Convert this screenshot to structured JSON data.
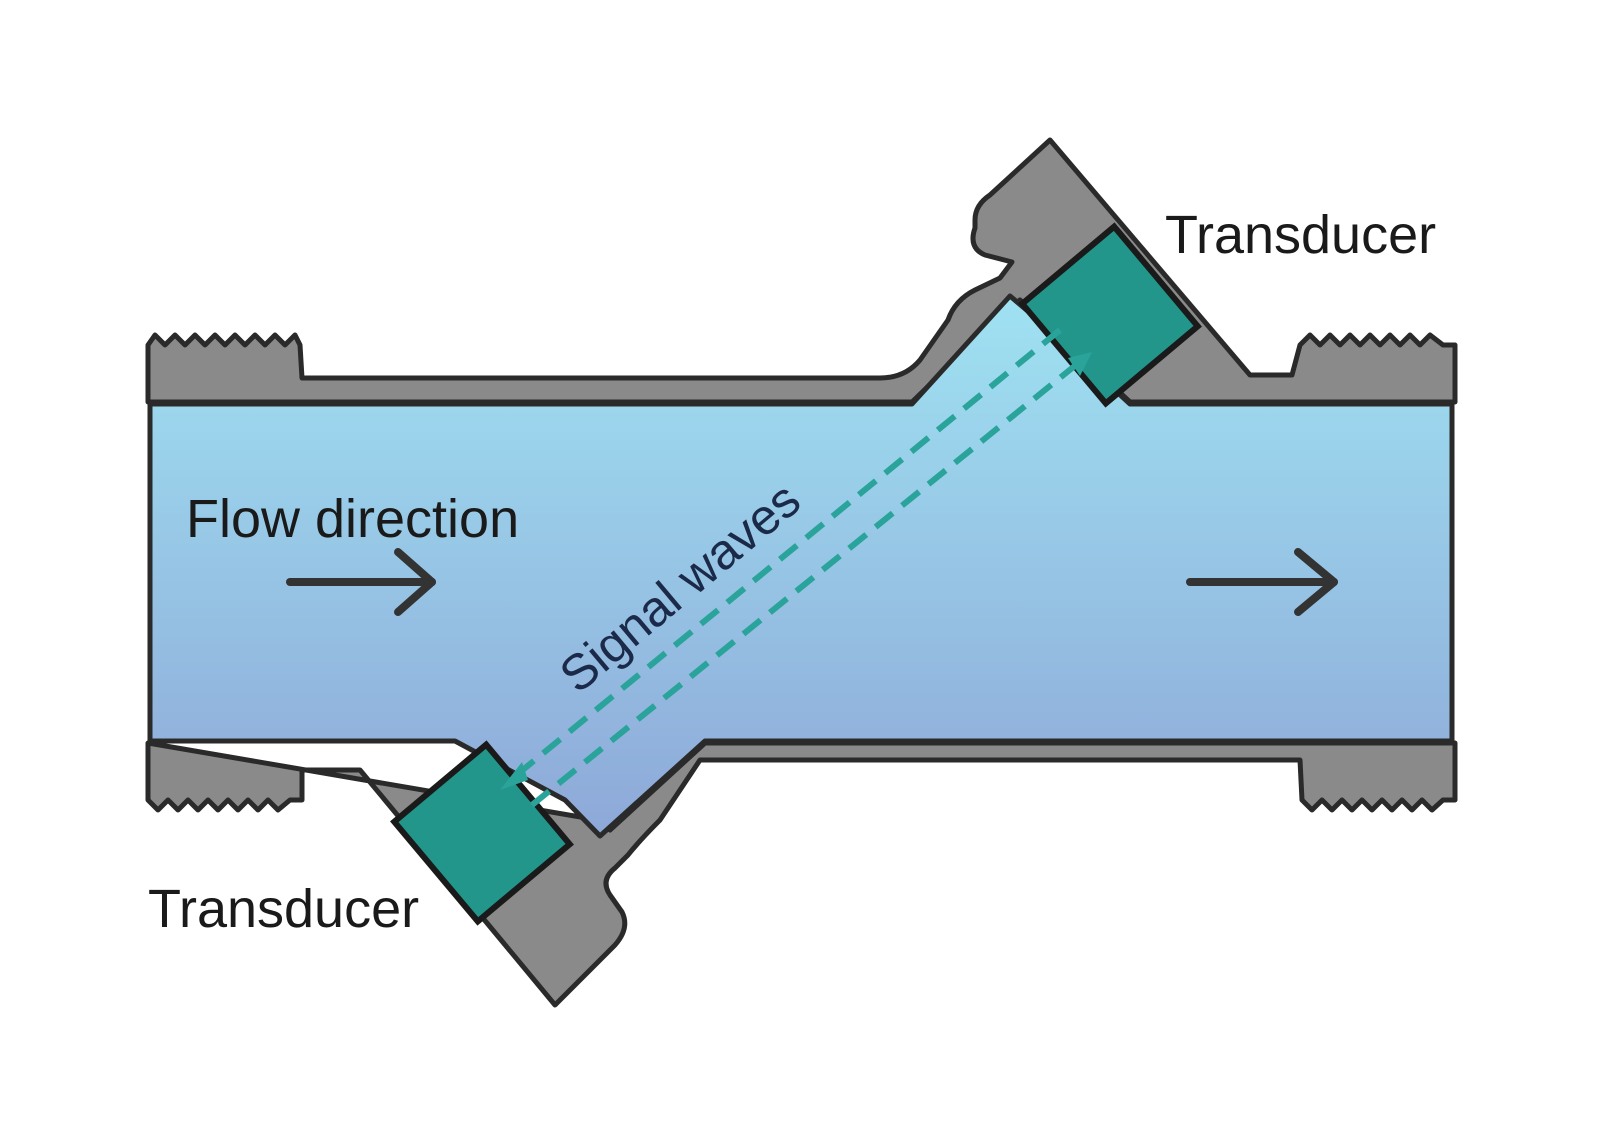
{
  "labels": {
    "transducer_top": "Transducer",
    "transducer_bottom": "Transducer",
    "flow_direction": "Flow direction",
    "signal_waves": "Signal waves"
  },
  "colors": {
    "pipe_wall": "#8a8a8a",
    "outline": "#2a2a2a",
    "fluid_top": "#9fe2f2",
    "fluid_bottom": "#8ea8d8",
    "transducer": "#23968c",
    "signal": "#2aa39a",
    "arrow": "#333333"
  },
  "icons": {
    "flow_arrow": "right-arrow-icon"
  }
}
